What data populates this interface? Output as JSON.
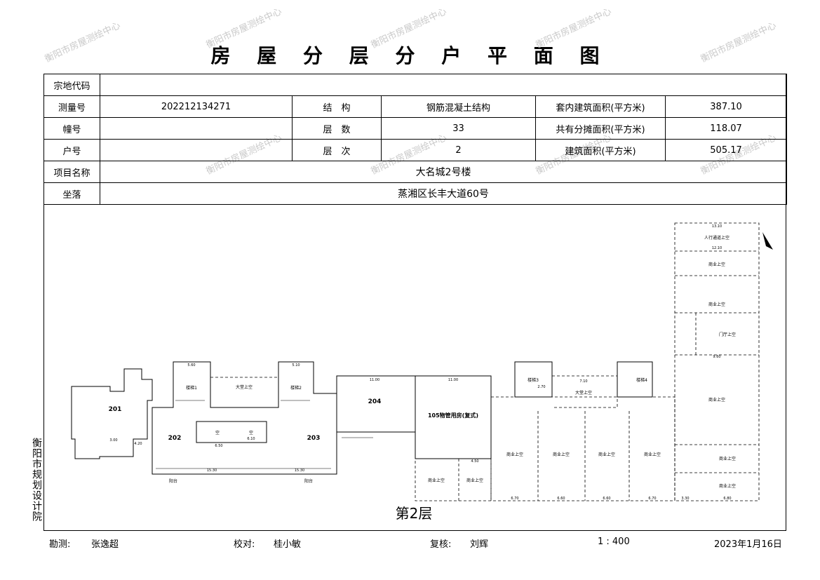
{
  "title": "房 屋 分 层 分 户 平 面 图",
  "watermark": "衡阳市房屋测绘中心",
  "info": {
    "zd_code_label": "宗地代码",
    "zd_code_value": "",
    "survey_no_label": "测量号",
    "survey_no_value": "202212134271",
    "structure_label": "结　构",
    "structure_value": "钢筋混凝土结构",
    "inner_area_label": "套内建筑面积(平方米)",
    "inner_area_value": "387.10",
    "building_no_label": "幢号",
    "building_no_value": "",
    "floors_label": "层　数",
    "floors_value": "33",
    "shared_area_label": "共有分摊面积(平方米)",
    "shared_area_value": "118.07",
    "unit_no_label": "户号",
    "unit_no_value": "",
    "floor_level_label": "层　次",
    "floor_level_value": "2",
    "build_area_label": "建筑面积(平方米)",
    "build_area_value": "505.17",
    "project_label": "项目名称",
    "project_value": "大名城2号楼",
    "location_label": "坐落",
    "location_value": "蒸湘区长丰大道60号"
  },
  "plan": {
    "floor_label": "第2层",
    "units": [
      "201",
      "202",
      "203",
      "204",
      "105物管用房(复式)"
    ],
    "rooms": [
      "楼梯1",
      "楼梯2",
      "楼梯3",
      "楼梯4",
      "大堂上空",
      "商业上空",
      "人行通道上空",
      "门厅上空",
      "空",
      "阳台"
    ],
    "dims": [
      "5.60",
      "5.10",
      "11.00",
      "13.10",
      "12.10",
      "15.30",
      "6.50",
      "6.10",
      "4.20",
      "3.00",
      "6.70",
      "6.60",
      "6.80",
      "3.30",
      "4.50",
      "9.60",
      "7.10",
      "2.70"
    ]
  },
  "side_text": "衡阳市规划设计院",
  "footer": {
    "survey_label": "勘测:",
    "survey_person": "张逸超",
    "check_label": "校对:",
    "check_person": "桂小敏",
    "review_label": "复核:",
    "review_person": "刘辉",
    "scale": "1 : 400",
    "date": "2023年1月16日"
  }
}
